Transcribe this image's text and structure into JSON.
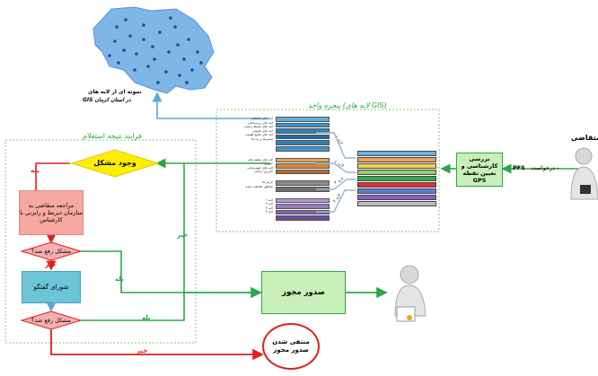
{
  "map": {
    "caption_line1": "نمونه ای از لایه های",
    "caption_line2": "GIS در استان کرمان"
  },
  "gis_window": {
    "title": "پنجره واحد (لایه های GIS)",
    "layer_groups": [
      {
        "rows": [
          "لایه های محیطی",
          "لایه های زیرساختی",
          "لایه های محیط زیست",
          "لایه های صنعتی",
          "لایه های منابع طبیعی",
          "مسیرها و راه ها"
        ],
        "colors": [
          "#5fb0d8",
          "#3f93c8",
          "#2f7fb6",
          "#1f6aa0",
          "#2f7fb6",
          "#3f93c8"
        ]
      },
      {
        "rows": [
          "لایه های نقشه های شهری",
          "لایه های شهرستانی",
          "کاربری اراضی"
        ],
        "colors": [
          "#e6a65a",
          "#d9863a",
          "#b86a2a"
        ]
      },
      {
        "rows": [
          "حریم ها",
          "مناطق حفاظت شده"
        ],
        "colors": [
          "#8a8a8a",
          "#6e6e6e"
        ]
      },
      {
        "rows": [
          "لایه ۱",
          "لایه ۲",
          "لایه ۳",
          "لایه ۴"
        ],
        "colors": [
          "#b59ad6",
          "#9a7cc8",
          "#7f62b0",
          "#6a4f9a"
        ]
      }
    ],
    "stack_colors": [
      "#6db3e0",
      "#e9a05a",
      "#f0d24a",
      "#8fd16a",
      "#34a853",
      "#e03030",
      "#5b7fd6",
      "#8e5cc9",
      "#bcbcbc"
    ],
    "edge_labels": [
      "لایه ۱",
      "لایه ۲",
      "لایه ۳",
      "لایه ۴"
    ]
  },
  "process": {
    "title": "فرایند نتیجه استعلام"
  },
  "nodes": {
    "problem": "وجود مشکل",
    "referral": "مراجعه متقاضی به سازمان ذیربط و رایزنی با کارشناس",
    "resolved_q1": "مشکل رفع شد؟",
    "council": "شورای گفتگو",
    "resolved_q2": "مشکل رفع شد؟",
    "issue_permit": "صدور مجوز",
    "expert_review": "بررسی کارشناسی و تعیین نقطه GPS",
    "terminated_line1": "منتفی شدن",
    "terminated_line2": "صدور مجوز"
  },
  "edge_labels": {
    "yes1": "بله",
    "no1": "خیر",
    "no_problem": "خیر",
    "yes2": "بله",
    "yes3": "بله",
    "no2": "خیر",
    "request": "درخواست -",
    "pfs": "PFS"
  },
  "applicant": {
    "label": "متقاضی"
  },
  "colors": {
    "green": "#2aa84a",
    "red": "#e02020",
    "yellow": "#ffee00",
    "teal": "#6cc5d6",
    "light_green": "#c8f0b8",
    "salmon": "#f7a8a0",
    "pink": "#f7b0b0"
  }
}
